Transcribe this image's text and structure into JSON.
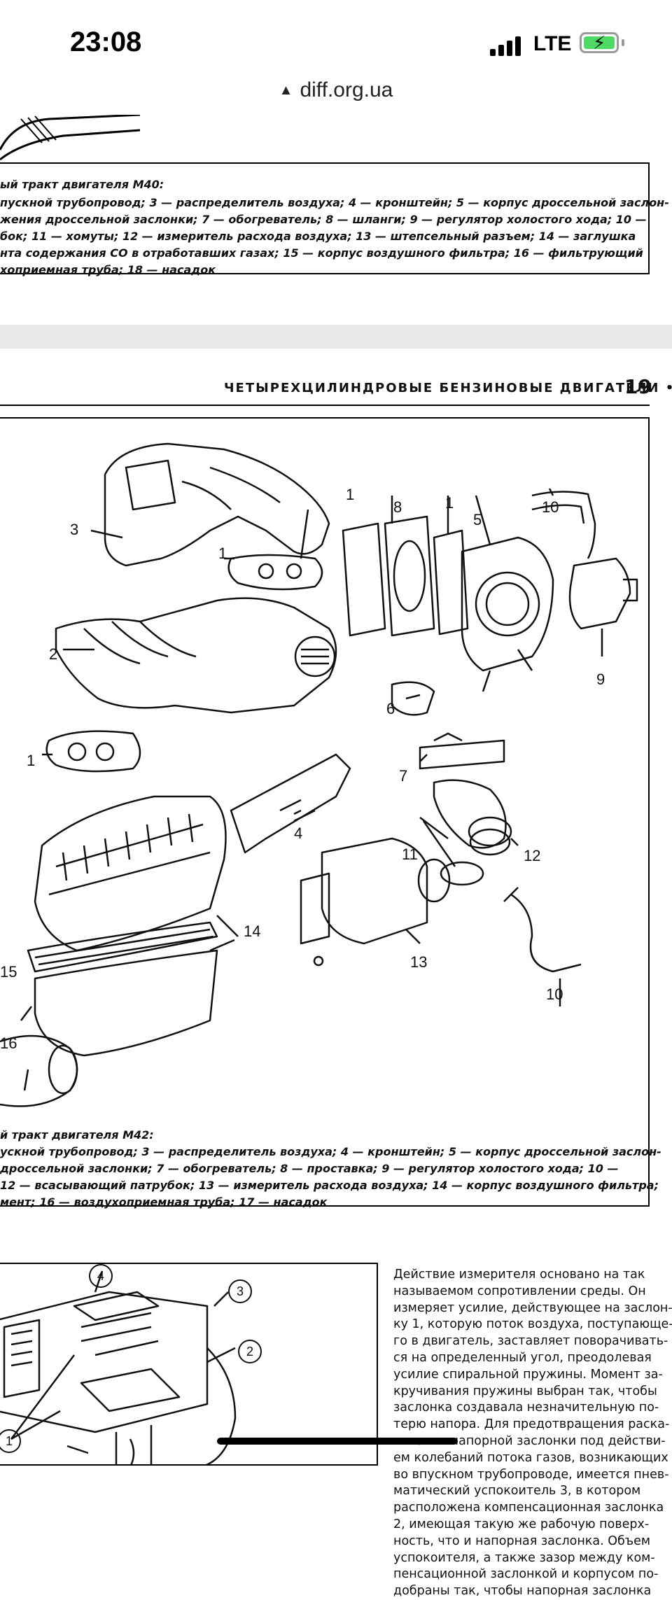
{
  "status_bar": {
    "time": "23:08",
    "network": "LTE"
  },
  "browser": {
    "url": "diff.org.ua"
  },
  "page_top": {
    "caption_title": "ый тракт двигателя M40:",
    "caption_lines": [
      "пускной трубопровод; 3 — распределитель воздуха; 4 — кронштейн; 5 — корпус дроссельной заслон-",
      "жения дроссельной заслонки; 7 — обогреватель; 8 — шланги; 9 — регулятор холостого хода; 10 —",
      "бок; 11 — хомуты; 12 — измеритель расхода воздуха; 13 — штепсельный разъем; 14 — заглушка",
      "нта содержания CO в отработавших газах; 15 — корпус воздушного фильтра; 16 — фильтрующий",
      "хоприемная труба; 18 — насадок"
    ]
  },
  "page2": {
    "running_head": "ЧЕТЫРЕХЦИЛИНДРОВЫЕ БЕНЗИНОВЫЕ ДВИГАТЕЛИ",
    "bullet": "•",
    "page_number": "19",
    "figure_callouts": [
      "1",
      "8",
      "1",
      "5",
      "10",
      "3",
      "1",
      "9",
      "2",
      "6",
      "7",
      "1",
      "4",
      "11",
      "12",
      "14",
      "15",
      "16",
      "13",
      "10"
    ],
    "caption_title": "й тракт двигателя M42:",
    "caption_lines": [
      "ускной трубопровод; 3 — распределитель воздуха; 4 — кронштейн; 5 — корпус дроссельной заслон-",
      "дроссельной заслонки; 7 — обогреватель; 8 — проставка; 9 — регулятор холостого хода; 10 —",
      "12 — всасывающий патрубок; 13 — измеритель расхода воздуха; 14 — корпус воздушного фильтра;",
      "мент; 16 — воздухоприемная труба; 17 — насадок"
    ],
    "fig3_callouts": [
      "4",
      "3",
      "2",
      "1"
    ],
    "body_lines": [
      "Действие измерителя основано на так",
      "называемом сопротивлении среды. Он",
      "измеряет усилие, действующее на заслон-",
      "ку 1, которую поток воздуха, поступающе-",
      "го в двигатель, заставляет поворачивать-",
      "ся на определенный угол, преодолевая",
      "усилие спиральной пружины. Момент за-",
      "кручивания пружины выбран так, чтобы",
      "заслонка создавала незначительную по-",
      "терю напора. Для предотвращения раска-",
      "чивания напорной заслонки под действи-",
      "ем колебаний потока газов, возникающих",
      "во впускном трубопроводе, имеется пнев-",
      "матический успокоитель 3, в котором",
      "расположена компенсационная заслонка",
      "2, имеющая такую же рабочую поверх-",
      "ность, что и напорная заслонка. Объем",
      "успокоителя, а также зазор между ком-",
      "пенсационной заслонкой и корпусом по-",
      "добраны так, чтобы напорная заслонка"
    ]
  }
}
